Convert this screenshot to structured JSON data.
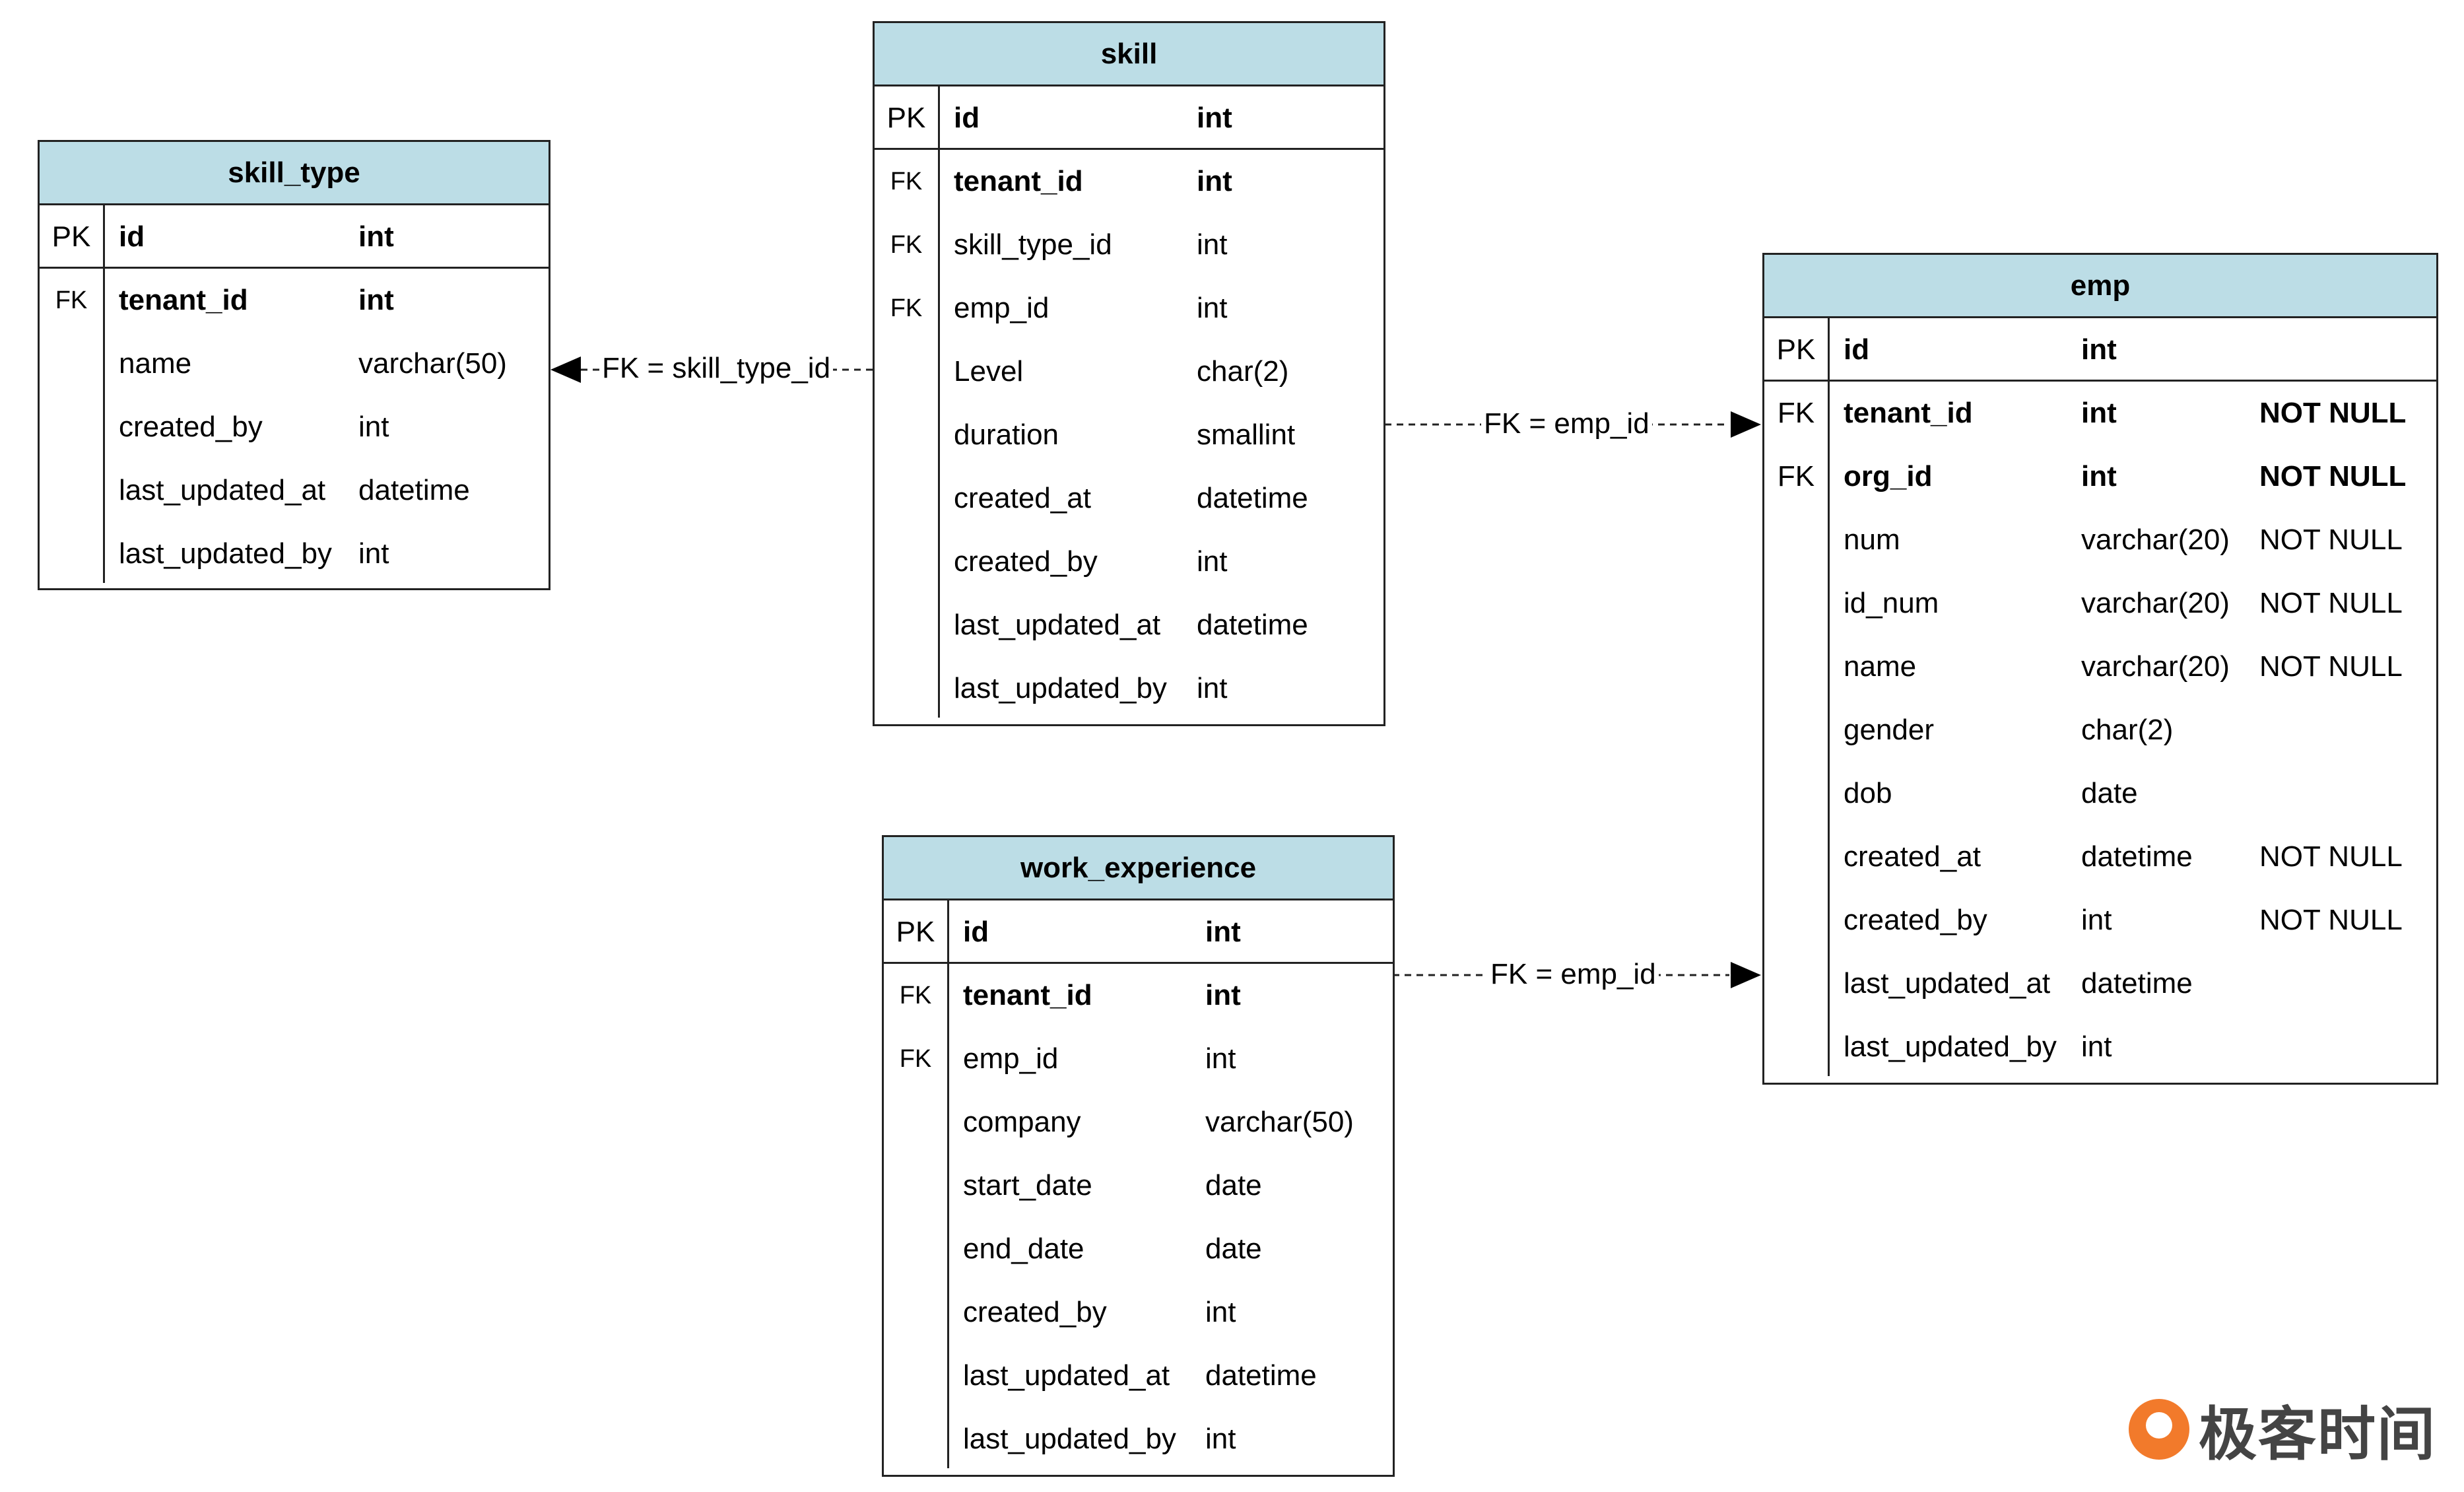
{
  "tables": {
    "skill_type": {
      "title": "skill_type",
      "pk": {
        "key": "PK",
        "name": "id",
        "type": "int"
      },
      "rows": [
        {
          "key": "FK",
          "name": "tenant_id",
          "type": "int",
          "constraint": ""
        },
        {
          "key": "",
          "name": "name",
          "type": "varchar(50)",
          "constraint": ""
        },
        {
          "key": "",
          "name": "created_by",
          "type": "int",
          "constraint": ""
        },
        {
          "key": "",
          "name": "last_updated_at",
          "type": "datetime",
          "constraint": ""
        },
        {
          "key": "",
          "name": "last_updated_by",
          "type": "int",
          "constraint": ""
        }
      ]
    },
    "skill": {
      "title": "skill",
      "pk": {
        "key": "PK",
        "name": "id",
        "type": "int"
      },
      "rows": [
        {
          "key": "FK",
          "name": "tenant_id",
          "type": "int",
          "constraint": ""
        },
        {
          "key": "FK",
          "name": "skill_type_id",
          "type": "int",
          "constraint": ""
        },
        {
          "key": "FK",
          "name": "emp_id",
          "type": "int",
          "constraint": ""
        },
        {
          "key": "",
          "name": "Level",
          "type": "char(2)",
          "constraint": ""
        },
        {
          "key": "",
          "name": "duration",
          "type": "smallint",
          "constraint": ""
        },
        {
          "key": "",
          "name": "created_at",
          "type": "datetime",
          "constraint": ""
        },
        {
          "key": "",
          "name": "created_by",
          "type": "int",
          "constraint": ""
        },
        {
          "key": "",
          "name": "last_updated_at",
          "type": "datetime",
          "constraint": ""
        },
        {
          "key": "",
          "name": "last_updated_by",
          "type": "int",
          "constraint": ""
        }
      ]
    },
    "emp": {
      "title": "emp",
      "pk": {
        "key": "PK",
        "name": "id",
        "type": "int"
      },
      "rows": [
        {
          "key": "FK",
          "name": "tenant_id",
          "type": "int",
          "constraint": "NOT NULL"
        },
        {
          "key": "FK",
          "name": "org_id",
          "type": "int",
          "constraint": "NOT NULL"
        },
        {
          "key": "",
          "name": "num",
          "type": "varchar(20)",
          "constraint": "NOT NULL"
        },
        {
          "key": "",
          "name": "id_num",
          "type": "varchar(20)",
          "constraint": "NOT NULL"
        },
        {
          "key": "",
          "name": "name",
          "type": "varchar(20)",
          "constraint": "NOT NULL"
        },
        {
          "key": "",
          "name": "gender",
          "type": "char(2)",
          "constraint": ""
        },
        {
          "key": "",
          "name": "dob",
          "type": "date",
          "constraint": ""
        },
        {
          "key": "",
          "name": "created_at",
          "type": "datetime",
          "constraint": "NOT NULL"
        },
        {
          "key": "",
          "name": "created_by",
          "type": "int",
          "constraint": "NOT NULL"
        },
        {
          "key": "",
          "name": "last_updated_at",
          "type": "datetime",
          "constraint": ""
        },
        {
          "key": "",
          "name": "last_updated_by",
          "type": "int",
          "constraint": ""
        }
      ]
    },
    "work_experience": {
      "title": "work_experience",
      "pk": {
        "key": "PK",
        "name": "id",
        "type": "int"
      },
      "rows": [
        {
          "key": "FK",
          "name": "tenant_id",
          "type": "int",
          "constraint": ""
        },
        {
          "key": "FK",
          "name": "emp_id",
          "type": "int",
          "constraint": ""
        },
        {
          "key": "",
          "name": "company",
          "type": "varchar(50)",
          "constraint": ""
        },
        {
          "key": "",
          "name": "start_date",
          "type": "date",
          "constraint": ""
        },
        {
          "key": "",
          "name": "end_date",
          "type": "date",
          "constraint": ""
        },
        {
          "key": "",
          "name": "created_by",
          "type": "int",
          "constraint": ""
        },
        {
          "key": "",
          "name": "last_updated_at",
          "type": "datetime",
          "constraint": ""
        },
        {
          "key": "",
          "name": "last_updated_by",
          "type": "int",
          "constraint": ""
        }
      ]
    }
  },
  "relations": {
    "skill_to_skill_type": "FK = skill_type_id",
    "skill_to_emp": "FK = emp_id",
    "work_experience_to_emp": "FK = emp_id"
  },
  "watermark": {
    "text": "极客时间",
    "icon": "geektime-logo-icon",
    "color": "#f27a2b"
  },
  "colors": {
    "header": "#bcdde6",
    "border": "#222222"
  }
}
